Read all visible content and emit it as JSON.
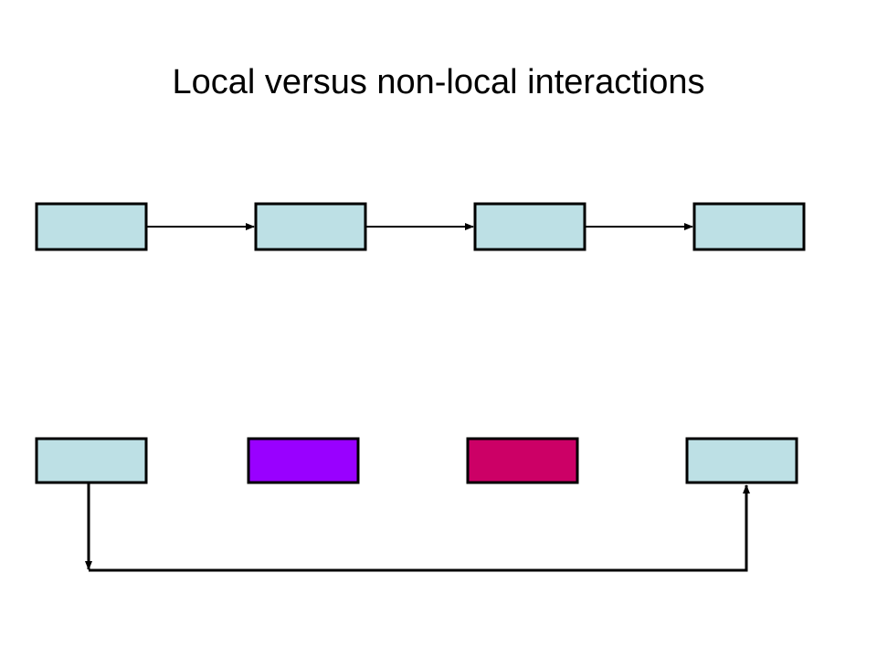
{
  "slide": {
    "title": "Local versus non-local interactions"
  },
  "colors": {
    "light": "#bde0e5",
    "purple": "#9900ff",
    "magenta": "#cc0066",
    "stroke": "#000000"
  },
  "local_row": {
    "boxes": [
      {
        "color": "light"
      },
      {
        "color": "light"
      },
      {
        "color": "light"
      },
      {
        "color": "light"
      }
    ],
    "arrows": [
      [
        0,
        1
      ],
      [
        1,
        2
      ],
      [
        2,
        3
      ]
    ]
  },
  "nonlocal_row": {
    "boxes": [
      {
        "color": "light"
      },
      {
        "color": "purple"
      },
      {
        "color": "magenta"
      },
      {
        "color": "light"
      }
    ],
    "link": {
      "from": 0,
      "to": 3
    }
  }
}
